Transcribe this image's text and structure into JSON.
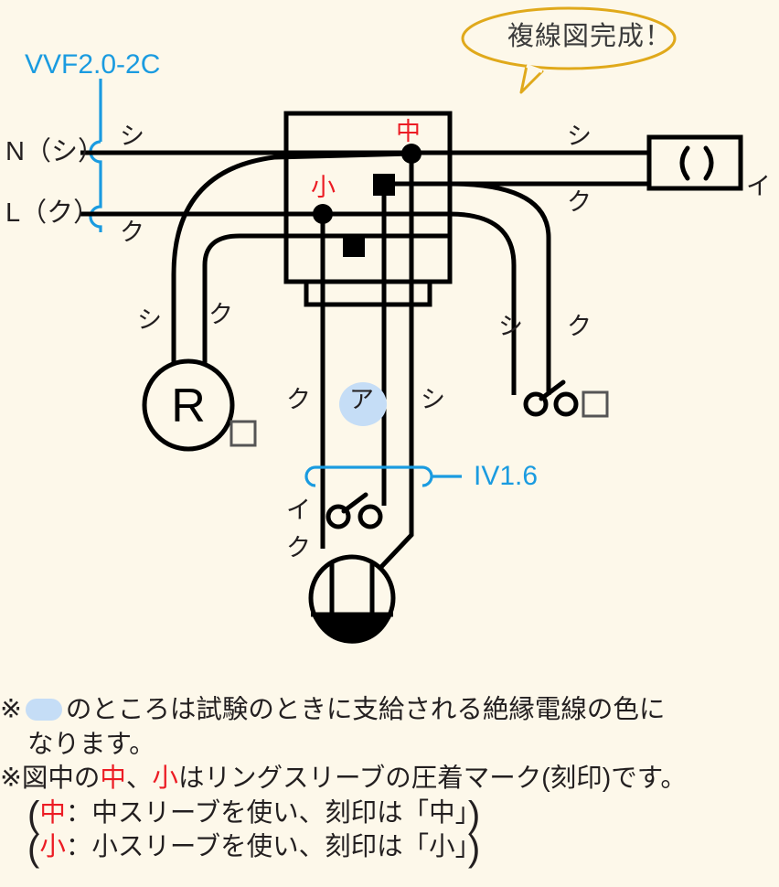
{
  "diagram": {
    "title_bubble": "複線図完成！",
    "cable_labels": {
      "vvf": "VVF2.0-2C",
      "iv": "IV1.6"
    },
    "source_terminals": [
      {
        "name": "neutral",
        "label": "N（シ）"
      },
      {
        "name": "live",
        "label": "L（ク）"
      }
    ],
    "sleeve_marks": [
      {
        "name": "medium-sleeve",
        "label": "中",
        "color": "#ec1c24"
      },
      {
        "name": "small-sleeve",
        "label": "小",
        "color": "#ec1c24"
      }
    ],
    "wire_color_labels": {
      "shiro_top_left": "シ",
      "kuro_top_left": "ク",
      "shiro_top_right": "シ",
      "kuro_top_right": "ク",
      "shiro_lamp": "シ",
      "kuro_lamp": "ク",
      "shiro_switch_right": "シ",
      "kuro_switch_right": "ク",
      "kuro_center": "ク",
      "akа_center": "ア",
      "shiro_center": "シ"
    },
    "device_marks": {
      "outlet_i": "イ",
      "pilot_square": "□",
      "switch_right_square": "□",
      "ceiling_i": "イ",
      "ceiling_ku": "ク"
    },
    "devices": [
      {
        "name": "receptacle",
        "symbol": "（ ）",
        "mark": "イ"
      },
      {
        "name": "pilot-lamp",
        "symbol": "R",
        "mark": "□"
      },
      {
        "name": "switch-right",
        "mark": "□"
      },
      {
        "name": "ceiling-rose",
        "marks": [
          "イ",
          "ク"
        ]
      }
    ],
    "accent_colors": {
      "blue": "#1a9be0",
      "red": "#ec1c24",
      "bubble_border": "#e0a91b",
      "highlight": "#c5ddf6",
      "background": "#fdf8ea"
    }
  },
  "notes": {
    "line1_pre": "※",
    "line1_post": "のところは試験のときに支給される絶縁電線の色に",
    "line2": "なります。",
    "line3_a": "※図中の",
    "line3_red1": "中",
    "line3_b": "、",
    "line3_red2": "小",
    "line3_c": "はリングスリーブの圧着マーク(刻印)です。",
    "line4_red": "中",
    "line4_text": "：中スリーブを使い、刻印は「中」",
    "line5_red": "小",
    "line5_text": "：小スリーブを使い、刻印は「小」"
  }
}
